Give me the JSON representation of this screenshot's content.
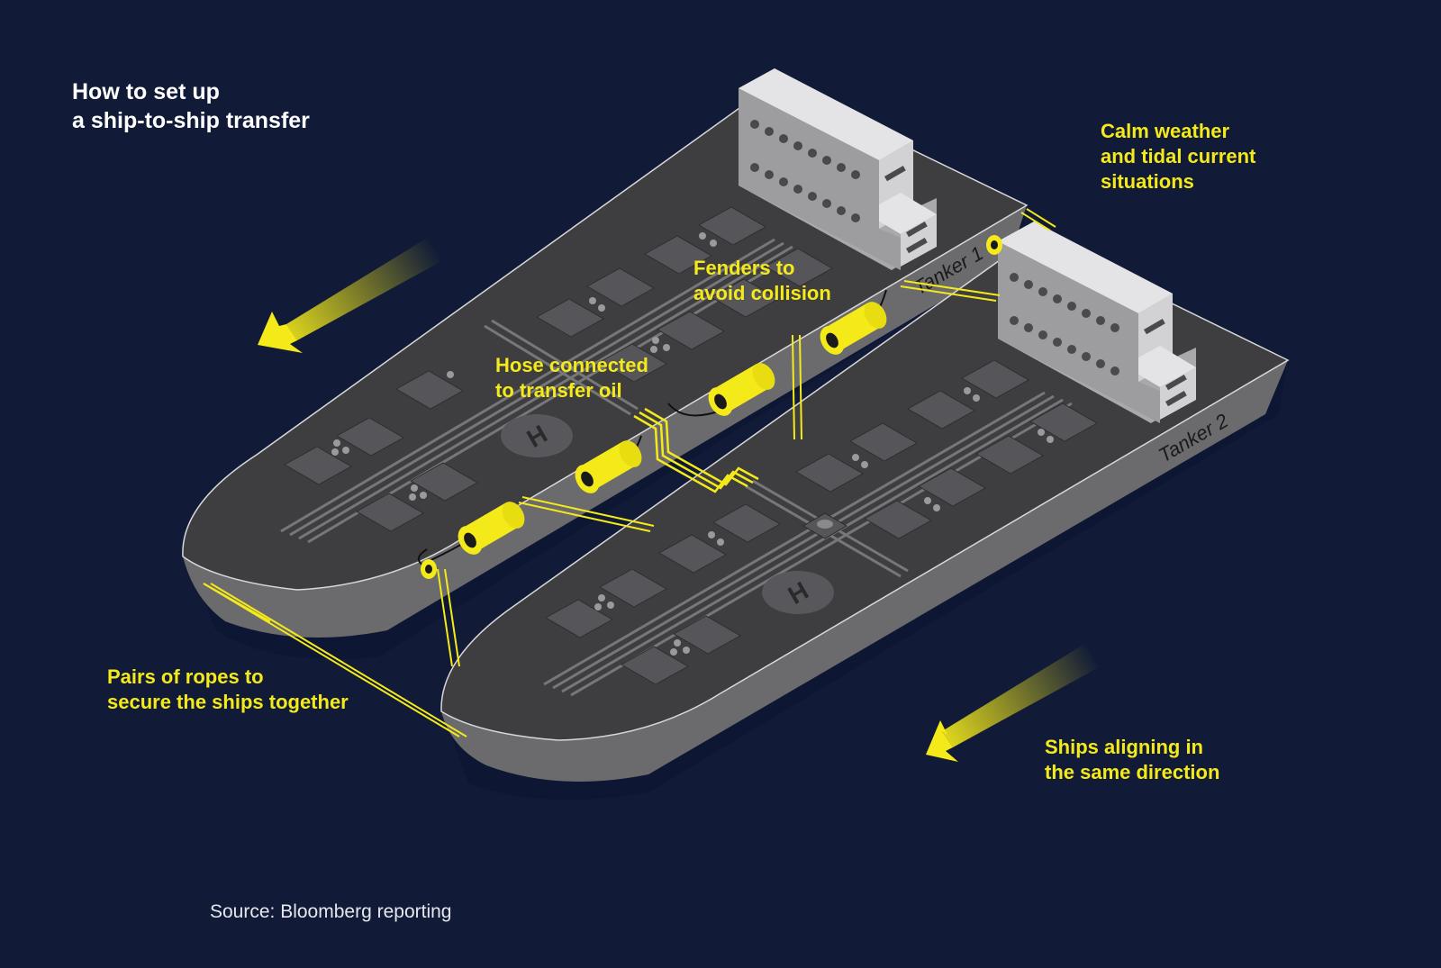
{
  "title": {
    "line1": "How to set up",
    "line2": "a ship-to-ship transfer"
  },
  "annotations": {
    "calm": [
      "Calm weather",
      "and tidal current",
      "situations"
    ],
    "fenders": [
      "Fenders to",
      "avoid collision"
    ],
    "hose": [
      "Hose connected",
      "to transfer oil"
    ],
    "ropes": [
      "Pairs of ropes to",
      "secure the ships together"
    ],
    "align": [
      "Ships aligning in",
      "the same direction"
    ]
  },
  "tankers": {
    "first": "Tanker 1",
    "second": "Tanker 2"
  },
  "source": "Source: Bloomberg reporting",
  "helipad_mark": "H",
  "icons": {
    "direction": "arrow-down-left-icon",
    "helipad": "helipad-icon"
  },
  "colors": {
    "background": "#111b38",
    "highlight": "#f4ea1a",
    "deck": "#3e3e40",
    "hull": "#6b6b6d",
    "superstructure": "#bdbdbf",
    "text_light": "#ffffff"
  }
}
